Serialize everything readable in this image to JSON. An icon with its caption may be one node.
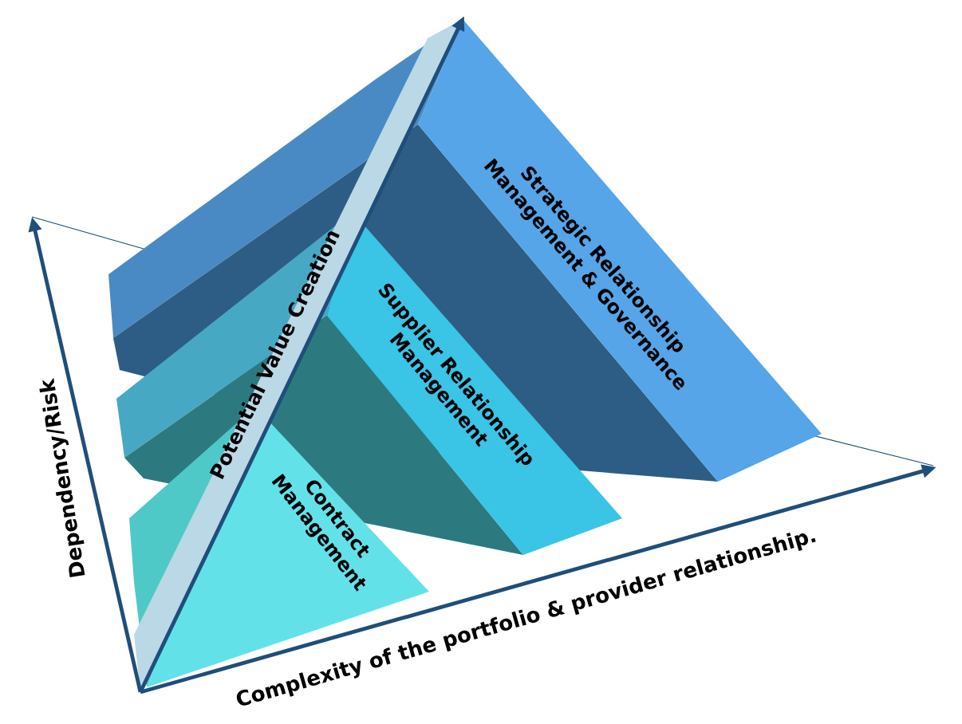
{
  "diagram": {
    "nodes": [
      {
        "text": [
          "Strategic Relationship Management & Governance"
        ]
      },
      {
        "text": [
          "Supplier Relationship Management"
        ]
      },
      {
        "text": [
          "Contract Management"
        ]
      }
    ],
    "labels": [
      "Potential Value Creation",
      "Dependency/Risk",
      "Complexity of the portfolio & provider relationship."
    ]
  }
}
